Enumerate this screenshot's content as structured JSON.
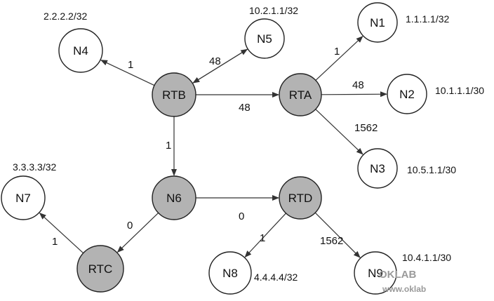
{
  "colors": {
    "router_fill": "#b3b3b3",
    "network_fill": "#ffffff",
    "stroke": "#222222",
    "text": "#111111",
    "watermark": "#9a9a9a"
  },
  "nodes": [
    {
      "id": "N4",
      "label": "N4",
      "kind": "network"
    },
    {
      "id": "N5",
      "label": "N5",
      "kind": "network"
    },
    {
      "id": "N1",
      "label": "N1",
      "kind": "network"
    },
    {
      "id": "N2",
      "label": "N2",
      "kind": "network"
    },
    {
      "id": "N3",
      "label": "N3",
      "kind": "network"
    },
    {
      "id": "N7",
      "label": "N7",
      "kind": "network"
    },
    {
      "id": "N8",
      "label": "N8",
      "kind": "network"
    },
    {
      "id": "N9",
      "label": "N9",
      "kind": "network"
    },
    {
      "id": "RTB",
      "label": "RTB",
      "kind": "router"
    },
    {
      "id": "RTA",
      "label": "RTA",
      "kind": "router"
    },
    {
      "id": "N6",
      "label": "N6",
      "kind": "router"
    },
    {
      "id": "RTD",
      "label": "RTD",
      "kind": "router"
    },
    {
      "id": "RTC",
      "label": "RTC",
      "kind": "router"
    }
  ],
  "addresses": [
    {
      "node": "N4",
      "text": "2.2.2.2/32"
    },
    {
      "node": "N5",
      "text": "10.2.1.1/32"
    },
    {
      "node": "N1",
      "text": "1.1.1.1/32"
    },
    {
      "node": "N2",
      "text": "10.1.1.1/30"
    },
    {
      "node": "N3",
      "text": "10.5.1.1/30"
    },
    {
      "node": "N7",
      "text": "3.3.3.3/32"
    },
    {
      "node": "N8",
      "text": "4.4.4.4/32"
    },
    {
      "node": "N9",
      "text": "10.4.1.1/30"
    }
  ],
  "edges": [
    {
      "from": "RTB",
      "to": "N4",
      "cost": "1"
    },
    {
      "from": "RTB",
      "to": "N5",
      "cost": "48"
    },
    {
      "from": "N5",
      "to": "RTB",
      "cost": ""
    },
    {
      "from": "RTB",
      "to": "RTA",
      "cost": "48"
    },
    {
      "from": "RTB",
      "to": "N6",
      "cost": "1"
    },
    {
      "from": "RTA",
      "to": "N1",
      "cost": "1"
    },
    {
      "from": "RTA",
      "to": "N2",
      "cost": "48"
    },
    {
      "from": "RTA",
      "to": "N3",
      "cost": "1562"
    },
    {
      "from": "N6",
      "to": "RTD",
      "cost": "0"
    },
    {
      "from": "N6",
      "to": "RTC",
      "cost": "0"
    },
    {
      "from": "RTC",
      "to": "N7",
      "cost": "1"
    },
    {
      "from": "RTD",
      "to": "N8",
      "cost": "1"
    },
    {
      "from": "RTD",
      "to": "N9",
      "cost": "1562"
    }
  ],
  "watermark": {
    "line1": "OKLAB",
    "line2": "www.oklab"
  }
}
